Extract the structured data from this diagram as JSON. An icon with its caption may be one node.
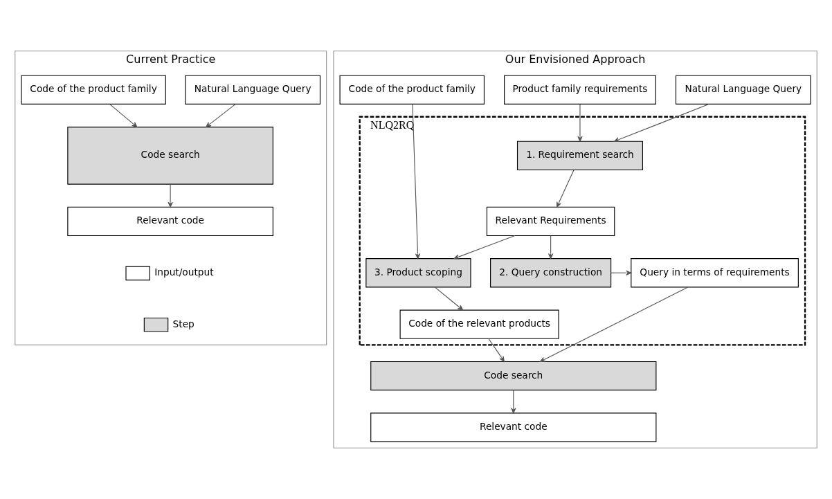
{
  "diagram": {
    "nodes": [
      {
        "text": [
          "Current Practice"
        ]
      },
      {
        "text": [
          "Natural Language Query"
        ],
        "in": 0
      },
      {
        "text": [
          "Code of the product family"
        ],
        "in": 0
      },
      {
        "text": [
          "Code search"
        ],
        "in": 0
      },
      {
        "text": [
          "Relevant code"
        ],
        "in": 0
      },
      {
        "text": [
          "Our Envisioned Approach"
        ]
      },
      {
        "text": [
          "Natural Language Query"
        ],
        "in": 5
      },
      {
        "text": [
          "Product family requirements"
        ],
        "in": 5
      },
      {
        "text": [
          "Code of the product family"
        ],
        "in": 5
      },
      {
        "text": [
          "NLQ2RQ"
        ],
        "in": 5
      },
      {
        "text": [
          "1. Requirement search"
        ],
        "in": 9
      },
      {
        "text": [
          "Relevant Requirements"
        ],
        "in": 9
      },
      {
        "text": [
          "2. Query construction"
        ],
        "in": 9
      },
      {
        "text": [
          "Query in terms of requirements"
        ],
        "in": 9
      },
      {
        "text": [
          "3. Product scoping"
        ],
        "in": 9
      },
      {
        "text": [
          "Code of the relevant products"
        ],
        "in": 9
      },
      {
        "text": [
          "Code search"
        ],
        "in": 5
      },
      {
        "text": [
          "Relevant code"
        ],
        "in": 5
      }
    ],
    "edges": [
      {
        "from": 1,
        "to": 3,
        "arrow": "to"
      },
      {
        "from": 2,
        "to": 3,
        "arrow": "to"
      },
      {
        "from": 3,
        "to": 4,
        "arrow": "to"
      },
      {
        "from": 6,
        "to": 10,
        "arrow": "to"
      },
      {
        "from": 7,
        "to": 10,
        "arrow": "to"
      },
      {
        "from": 10,
        "to": 11,
        "arrow": "to"
      },
      {
        "from": 11,
        "to": 12,
        "arrow": "to"
      },
      {
        "from": 11,
        "to": 14,
        "arrow": "to"
      },
      {
        "from": 8,
        "to": 14,
        "arrow": "to"
      },
      {
        "from": 12,
        "to": 13,
        "arrow": "to"
      },
      {
        "from": 14,
        "to": 15,
        "arrow": "to"
      },
      {
        "from": 13,
        "to": 16,
        "arrow": "to"
      },
      {
        "from": 15,
        "to": 16,
        "arrow": "to"
      },
      {
        "from": 16,
        "to": 17,
        "arrow": "to"
      }
    ],
    "legend": [
      {
        "text": "Input/output",
        "color": "#ffffff"
      },
      {
        "text": "Step",
        "color": "#d9d9d9"
      }
    ]
  }
}
